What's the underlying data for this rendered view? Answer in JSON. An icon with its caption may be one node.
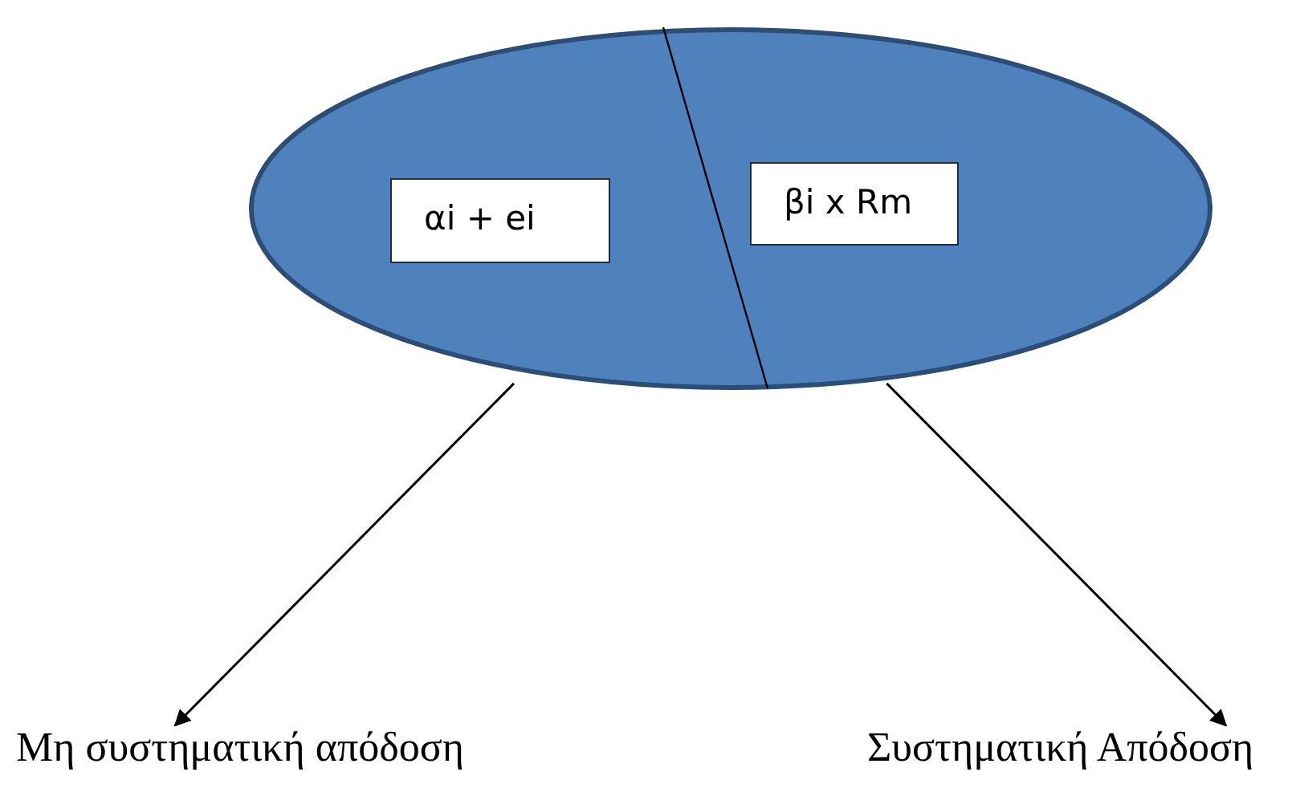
{
  "diagram": {
    "nodes": [
      {
        "text": [],
        "shape": "ellipse"
      },
      {
        "text": [
          "αi + ei"
        ],
        "in": 0
      },
      {
        "text": [
          "βi x Rm"
        ],
        "in": 0
      },
      {
        "text": [
          "Μη συστηματική απόδοση"
        ]
      },
      {
        "text": [
          "Συστηματική Απόδοση"
        ]
      }
    ],
    "edges": [
      {
        "from": 0,
        "to": 3,
        "arrow": "to"
      },
      {
        "from": 0,
        "to": 4,
        "arrow": "to"
      }
    ]
  }
}
